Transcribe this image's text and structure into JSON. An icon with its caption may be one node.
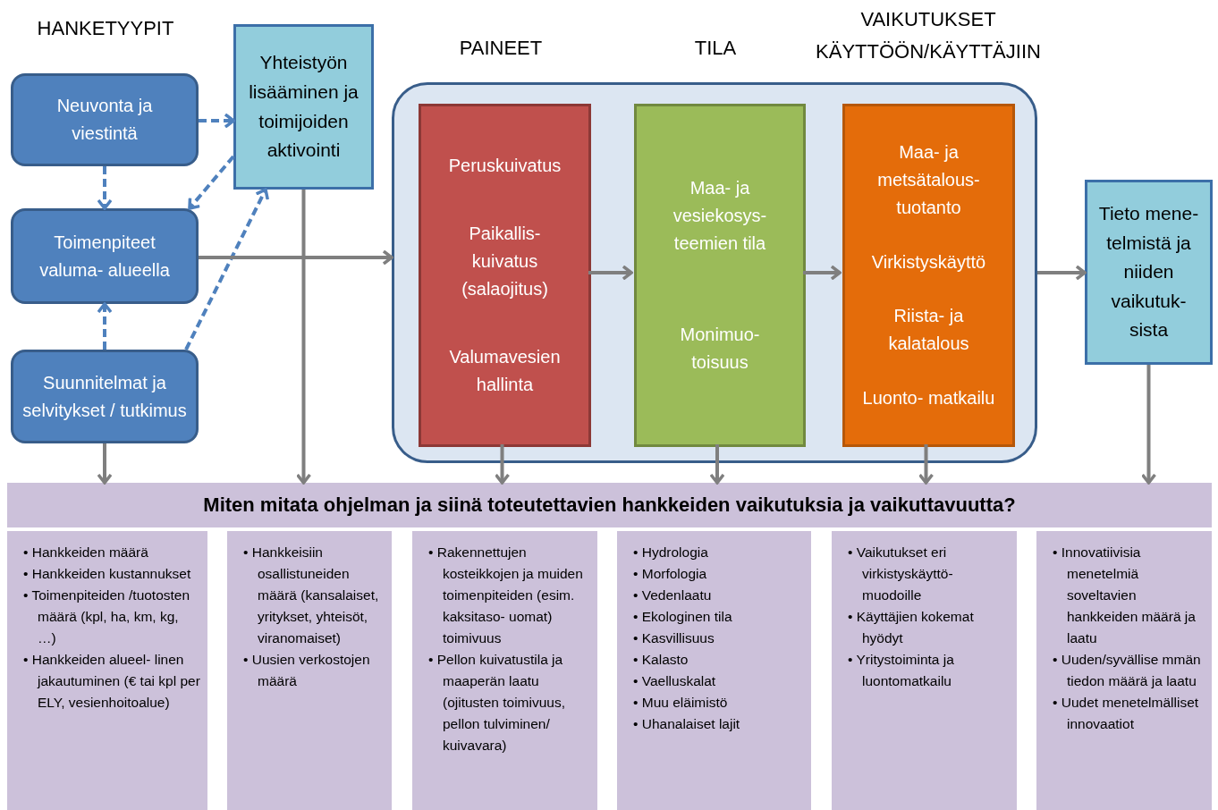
{
  "diagram": {
    "nodes": [
      {
        "text": [
          "Neuvonta ja viestintä"
        ]
      },
      {
        "text": [
          "Yhteistyön lisääminen ja toimijoiden aktivointi"
        ]
      },
      {
        "text": [
          "Toimenpiteet valuma- alueella"
        ]
      },
      {
        "text": [
          "Suunnitelmat ja selvitykset / tutkimus"
        ]
      },
      {
        "text": [],
        "shape": "box"
      },
      {
        "text": [
          "Peruskuivatus",
          "Paikallis- kuivatus (salaojitus)",
          "Valumavesien hallinta"
        ],
        "in": 4
      },
      {
        "text": [
          "Maa- ja vesiekosys- teemien tila",
          "Monimuo- toisuus"
        ],
        "in": 4
      },
      {
        "text": [
          "Maa- ja metsätalous- tuotanto",
          "Virkistyskäyttö",
          "Riista- ja kalatalous",
          "Luonto- matkailu"
        ],
        "in": 4
      },
      {
        "text": [
          "Tieto mene- telmistä ja niiden vaikutuk- sista"
        ]
      },
      {
        "text": [
          "Miten mitata ohjelman ja siinä toteutettavien hankkeiden vaikutuksia ja vaikuttavuutta?"
        ]
      },
      {
        "text": [
          "• Hankkeiden määrä",
          "• Hankkeiden kustannukset",
          "• Toimenpiteiden /tuotosten määrä (kpl, ha, km, kg, …)",
          "• Hankkeiden alueel- linen jakautuminen (€ tai kpl per ELY, vesienhoitoalue)"
        ]
      },
      {
        "text": [
          "• Hankkeisiin osallistuneiden määrä (kansalaiset, yritykset, yhteisöt, viranomaiset)",
          "• Uusien verkostojen määrä"
        ]
      },
      {
        "text": [
          "• Rakennettujen kosteikkojen ja muiden toimenpiteiden (esim. kaksitaso- uomat) toimivuus",
          "• Pellon kuivatustila ja maaperän laatu (ojitusten toimivuus, pellon tulviminen/ kuivavara)"
        ]
      },
      {
        "text": [
          "• Hydrologia",
          "• Morfologia",
          "• Vedenlaatu",
          "• Ekologinen tila",
          "• Kasvillisuus",
          "• Kalasto",
          "• Vaelluskalat",
          "• Muu eläimistö",
          "• Uhanalaiset lajit"
        ]
      },
      {
        "text": [
          "• Vaikutukset eri virkistyskäyttö- muodoille",
          "• Käyttäjien kokemat hyödyt",
          "• Yritystoiminta ja luontomatkailu"
        ]
      },
      {
        "text": [
          "• Innovatiivisia menetelmiä soveltavien hankkeiden määrä ja laatu",
          "• Uuden/syvällise mmän tiedon määrä ja laatu",
          "• Uudet menetelmälliset innovaatiot"
        ]
      }
    ],
    "edges": [
      {
        "from": 0,
        "to": 1,
        "arrow": "to",
        "style": "dashed",
        "color": "#4f81bd"
      },
      {
        "from": 0,
        "to": 2,
        "arrow": "to",
        "style": "dashed",
        "color": "#4f81bd"
      },
      {
        "from": 1,
        "to": 2,
        "arrow": "to",
        "style": "dashed",
        "color": "#4f81bd"
      },
      {
        "from": 3,
        "to": 2,
        "arrow": "to",
        "style": "dashed",
        "color": "#4f81bd"
      },
      {
        "from": 3,
        "to": 1,
        "arrow": "to",
        "style": "dashed",
        "color": "#4f81bd"
      },
      {
        "from": 2,
        "to": 4,
        "arrow": "to"
      },
      {
        "from": 5,
        "to": 6,
        "arrow": "to"
      },
      {
        "from": 6,
        "to": 7,
        "arrow": "to"
      },
      {
        "from": 4,
        "to": 8,
        "arrow": "to"
      },
      {
        "from": 3,
        "to": 9,
        "arrow": "to"
      },
      {
        "from": 1,
        "to": 9,
        "arrow": "to"
      },
      {
        "from": 5,
        "to": 9,
        "arrow": "to"
      },
      {
        "from": 6,
        "to": 9,
        "arrow": "to"
      },
      {
        "from": 7,
        "to": 9,
        "arrow": "to"
      },
      {
        "from": 8,
        "to": 9,
        "arrow": "to"
      }
    ],
    "labels": [
      "HANKETYYPIT",
      "VAIKUTUKSET KÄYTTÖÖN/KÄYTTÄJIIN",
      "PAINEET",
      "TILA"
    ]
  }
}
